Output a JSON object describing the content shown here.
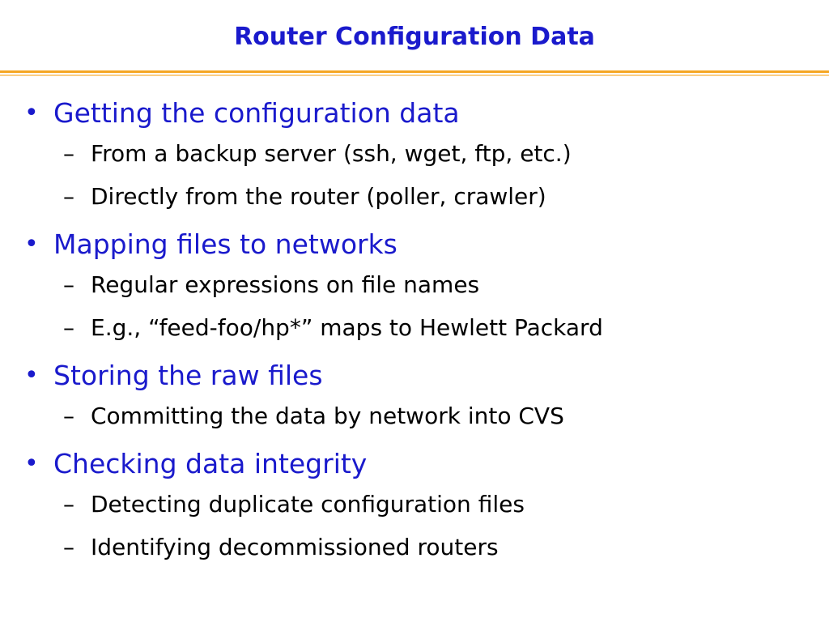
{
  "title": "Router Configuration Data",
  "colors": {
    "title": "#1a1acc",
    "bullet_heading": "#1a1acc",
    "sub_text": "#000000",
    "rule": "#f5a623",
    "background": "#ffffff"
  },
  "bullets": [
    {
      "marker": "•",
      "text": "Getting the configuration data",
      "subs": [
        {
          "marker": "–",
          "text": "From a backup server (ssh, wget, ftp, etc.)"
        },
        {
          "marker": "–",
          "text": "Directly from the router (poller, crawler)"
        }
      ]
    },
    {
      "marker": "•",
      "text": "Mapping files to networks",
      "subs": [
        {
          "marker": "–",
          "text": "Regular expressions on file names"
        },
        {
          "marker": "–",
          "text": "E.g., “feed-foo/hp*” maps to Hewlett Packard"
        }
      ]
    },
    {
      "marker": "•",
      "text": "Storing the raw files",
      "subs": [
        {
          "marker": "–",
          "text": "Committing the data by network into CVS"
        }
      ]
    },
    {
      "marker": "•",
      "text": "Checking data integrity",
      "subs": [
        {
          "marker": "–",
          "text": "Detecting duplicate configuration files"
        },
        {
          "marker": "–",
          "text": "Identifying decommissioned routers"
        }
      ]
    }
  ]
}
